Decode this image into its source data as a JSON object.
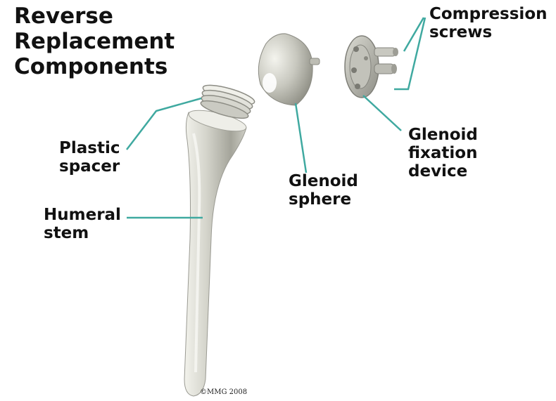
{
  "title": {
    "line1": "Reverse",
    "line2": "Replacement",
    "line3": "Components"
  },
  "labels": {
    "compression_screws": {
      "line1": "Compression",
      "line2": "screws"
    },
    "plastic_spacer": {
      "line1": "Plastic",
      "line2": "spacer"
    },
    "glenoid_sphere": {
      "line1": "Glenoid",
      "line2": "sphere"
    },
    "glenoid_fixation_device": {
      "line1": "Glenoid",
      "line2": "fixation",
      "line3": "device"
    },
    "humeral_stem": {
      "line1": "Humeral",
      "line2": "stem"
    }
  },
  "copyright": "©MMG 2008",
  "colors": {
    "leader": "#3fa9a0",
    "metal_light": "#e6e6df",
    "metal_dark": "#8f8f86",
    "text": "#111111"
  }
}
